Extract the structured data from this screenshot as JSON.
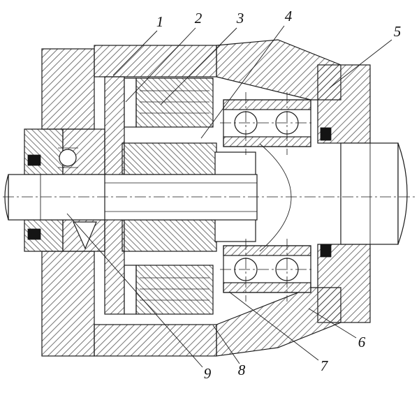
{
  "figure": {
    "type": "technical-drawing",
    "callouts": [
      {
        "label": "1"
      },
      {
        "label": "2"
      },
      {
        "label": "3"
      },
      {
        "label": "4"
      },
      {
        "label": "5"
      },
      {
        "label": "6"
      },
      {
        "label": "7"
      },
      {
        "label": "8"
      },
      {
        "label": "9"
      }
    ]
  },
  "colors": {
    "ink": "#1a1a1a",
    "paper": "#ffffff"
  }
}
